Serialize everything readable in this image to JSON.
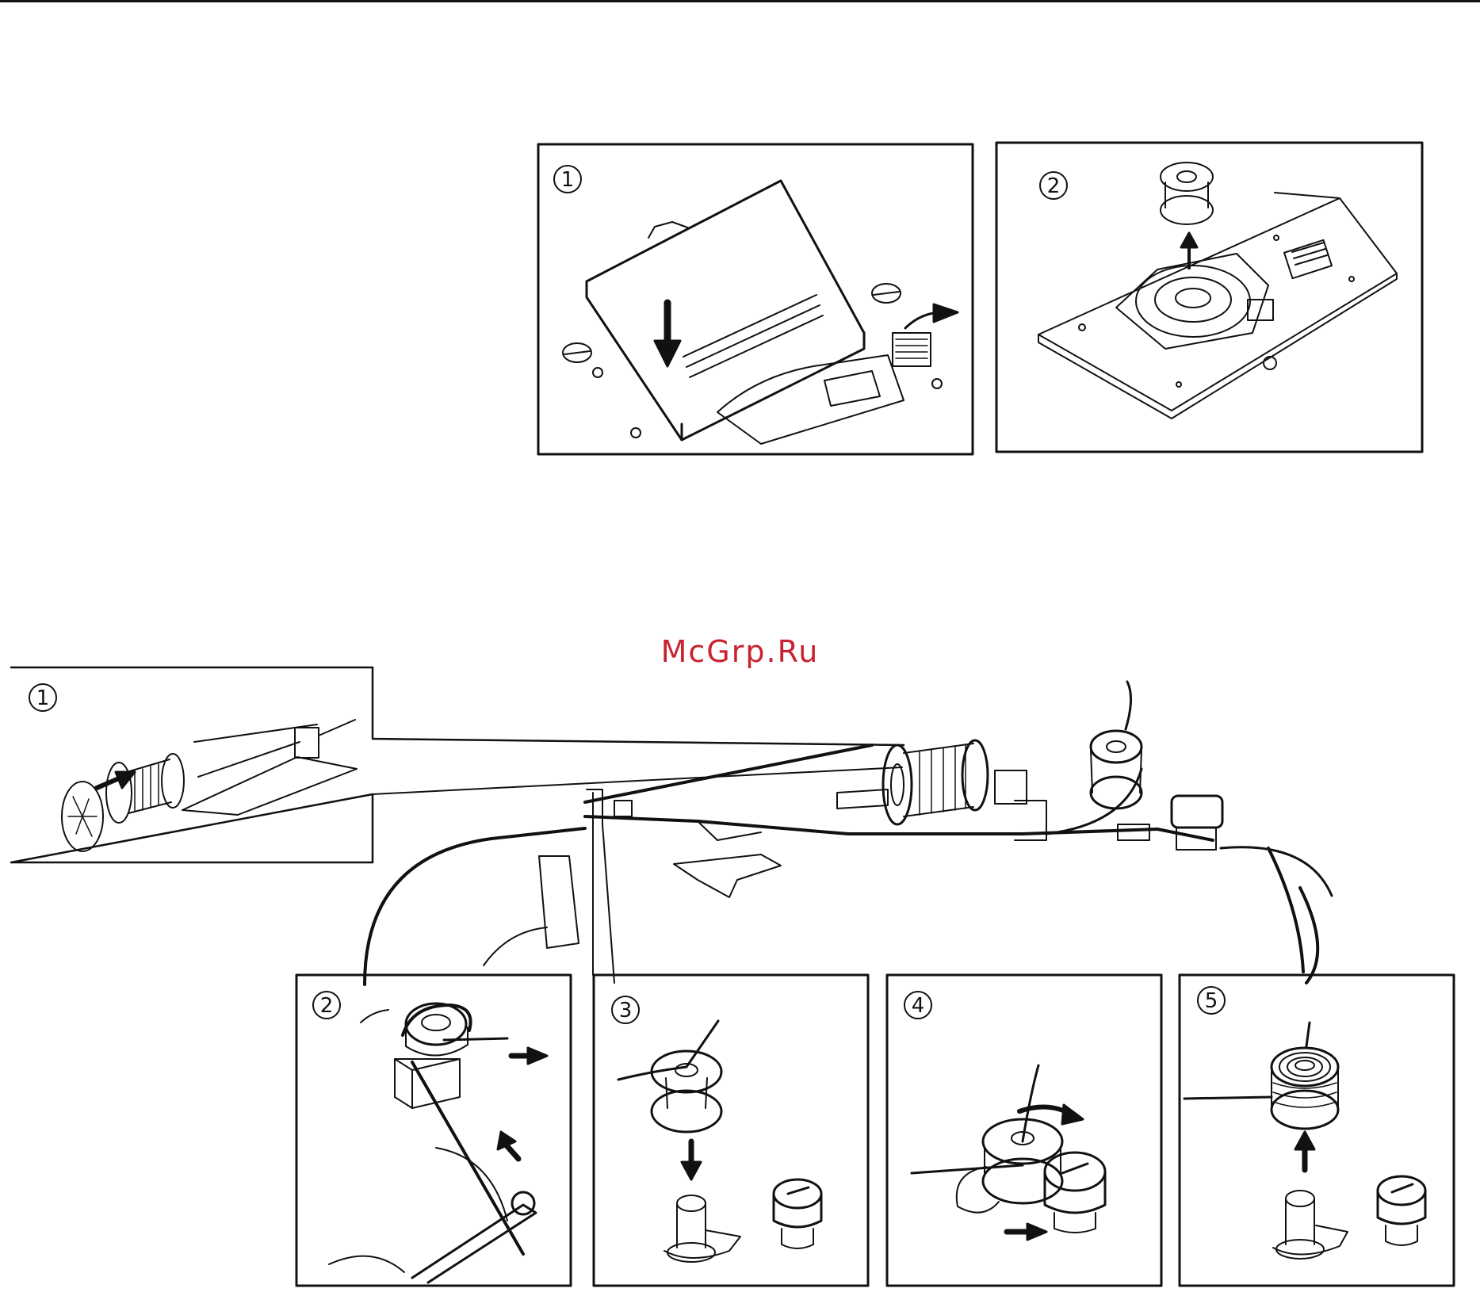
{
  "watermark": {
    "text": "McGrp.Ru",
    "color": "#c9232f"
  },
  "top_panels": [
    {
      "number": "1",
      "subject": "needle plate cover removal"
    },
    {
      "number": "2",
      "subject": "bobbin removed from bobbin case"
    }
  ],
  "winding_inset": {
    "number": "1",
    "subject": "spool on spool pin with cap"
  },
  "bottom_panels": [
    {
      "number": "2",
      "subject": "thread around tension disc"
    },
    {
      "number": "3",
      "subject": "bobbin onto winder spindle"
    },
    {
      "number": "4",
      "subject": "push spindle toward stopper"
    },
    {
      "number": "5",
      "subject": "remove wound bobbin"
    }
  ],
  "icons": [
    "arrow-down-icon",
    "arrow-right-icon",
    "arrow-up-icon",
    "circled-number-icon"
  ]
}
